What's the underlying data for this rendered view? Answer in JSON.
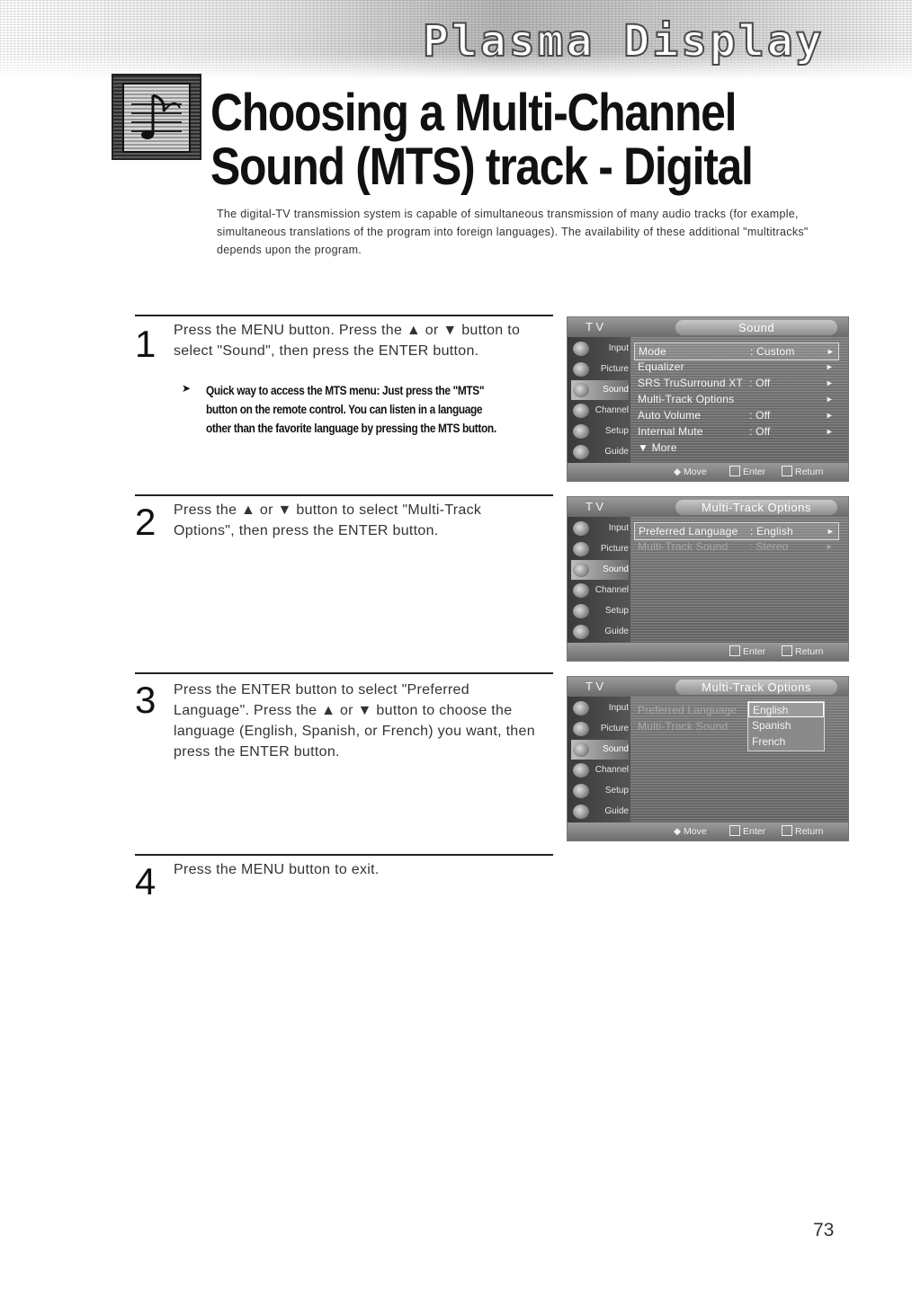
{
  "header": {
    "banner_title": "Plasma Display",
    "title_line1": "Choosing a Multi-Channel",
    "title_line2": "Sound (MTS) track - Digital",
    "intro": "The digital-TV transmission system is capable of simultaneous transmission of many audio tracks (for example, simultaneous translations of the program into foreign languages). The availability of these additional \"multitracks\" depends upon the program."
  },
  "steps": [
    {
      "number": "1",
      "text": "Press the MENU button. Press the ▲ or ▼ button to select \"Sound\", then press the ENTER button.",
      "tip_icon": "➤",
      "tip": "Quick way to access the MTS menu: Just press the \"MTS\" button on the remote control. You can listen in a language other than the favorite language by pressing the MTS button."
    },
    {
      "number": "2",
      "text": "Press the ▲ or ▼ button to select \"Multi-Track Options\", then press the ENTER button."
    },
    {
      "number": "3",
      "text": "Press the ENTER button to select \"Preferred Language\". Press the ▲ or ▼ button to choose the language (English, Spanish, or French) you want, then press the ENTER button."
    },
    {
      "number": "4",
      "text": "Press the MENU button to exit."
    }
  ],
  "osd_common": {
    "tv_label": "T V",
    "sidebar": [
      "Input",
      "Picture",
      "Sound",
      "Channel",
      "Setup",
      "Guide"
    ],
    "footer_move": "Move",
    "footer_enter": "Enter",
    "footer_return": "Return"
  },
  "screens": [
    {
      "menu_title": "Sound",
      "rows": [
        {
          "label": "Mode",
          "value": ": Custom",
          "arrow": "►"
        },
        {
          "label": "Equalizer",
          "value": "",
          "arrow": "►"
        },
        {
          "label": "SRS TruSurround XT",
          "value": ": Off",
          "arrow": "►"
        },
        {
          "label": "Multi-Track Options",
          "value": "",
          "arrow": "►"
        },
        {
          "label": "Auto Volume",
          "value": ": Off",
          "arrow": "►"
        },
        {
          "label": "Internal Mute",
          "value": ": Off",
          "arrow": "►"
        },
        {
          "label": "▼ More",
          "value": "",
          "arrow": ""
        }
      ]
    },
    {
      "menu_title": "Multi-Track Options",
      "rows": [
        {
          "label": "Preferred Language",
          "value": ": English",
          "arrow": "►"
        },
        {
          "label": "Multi-Track Sound",
          "value": ": Stereo",
          "arrow": "►"
        }
      ]
    },
    {
      "menu_title": "Multi-Track Options",
      "rows": [
        {
          "label": "Preferred Language",
          "value": "",
          "arrow": ""
        },
        {
          "label": "Multi-Track Sound",
          "value": "",
          "arrow": ""
        }
      ],
      "dropdown": [
        "English",
        "Spanish",
        "French"
      ]
    }
  ],
  "page_number": "73"
}
